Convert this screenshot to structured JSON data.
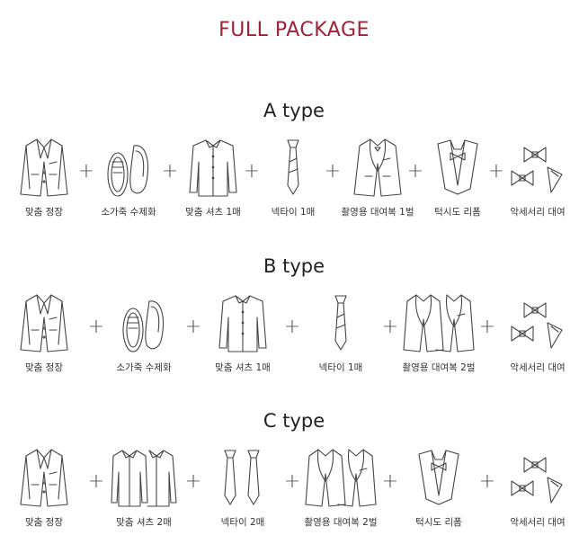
{
  "page": {
    "title": "FULL PACKAGE"
  },
  "plus_sign": "+",
  "types": [
    {
      "title": "A type",
      "items": [
        {
          "icon": "suit-jacket-icon",
          "label": "맞춤 정장"
        },
        {
          "icon": "shoes-icon",
          "label": "소가죽 수제화"
        },
        {
          "icon": "dress-shirt-icon",
          "label": "맞춤 셔츠 1매"
        },
        {
          "icon": "necktie-icon",
          "label": "넥타이 1매"
        },
        {
          "icon": "tuxedo-jacket-icon",
          "label": "촬영용 대여복 1벌"
        },
        {
          "icon": "tuxedo-lapel-icon",
          "label": "턱시도 리폼"
        },
        {
          "icon": "bowtie-accessories-icon",
          "label": "악세서리 대여"
        }
      ]
    },
    {
      "title": "B type",
      "items": [
        {
          "icon": "suit-jacket-icon",
          "label": "맞춤 정장"
        },
        {
          "icon": "shoes-icon",
          "label": "소가죽 수제화"
        },
        {
          "icon": "dress-shirt-icon",
          "label": "맞춤 셔츠 1매"
        },
        {
          "icon": "necktie-icon",
          "label": "넥타이 1매"
        },
        {
          "icon": "tuxedo-jacket-pair-icon",
          "label": "촬영용 대여복 2벌"
        },
        {
          "icon": "bowtie-accessories-icon",
          "label": "악세서리 대여"
        }
      ]
    },
    {
      "title": "C type",
      "items": [
        {
          "icon": "suit-jacket-icon",
          "label": "맞춤 정장"
        },
        {
          "icon": "dress-shirt-pair-icon",
          "label": "맞춤 셔츠 2매"
        },
        {
          "icon": "necktie-pair-icon",
          "label": "넥타이 2매"
        },
        {
          "icon": "tuxedo-jacket-pair-icon",
          "label": "촬영용 대여복 2벌"
        },
        {
          "icon": "tuxedo-lapel-icon",
          "label": "턱시도 리폼"
        },
        {
          "icon": "bowtie-accessories-icon",
          "label": "악세서리 대여"
        }
      ]
    }
  ]
}
